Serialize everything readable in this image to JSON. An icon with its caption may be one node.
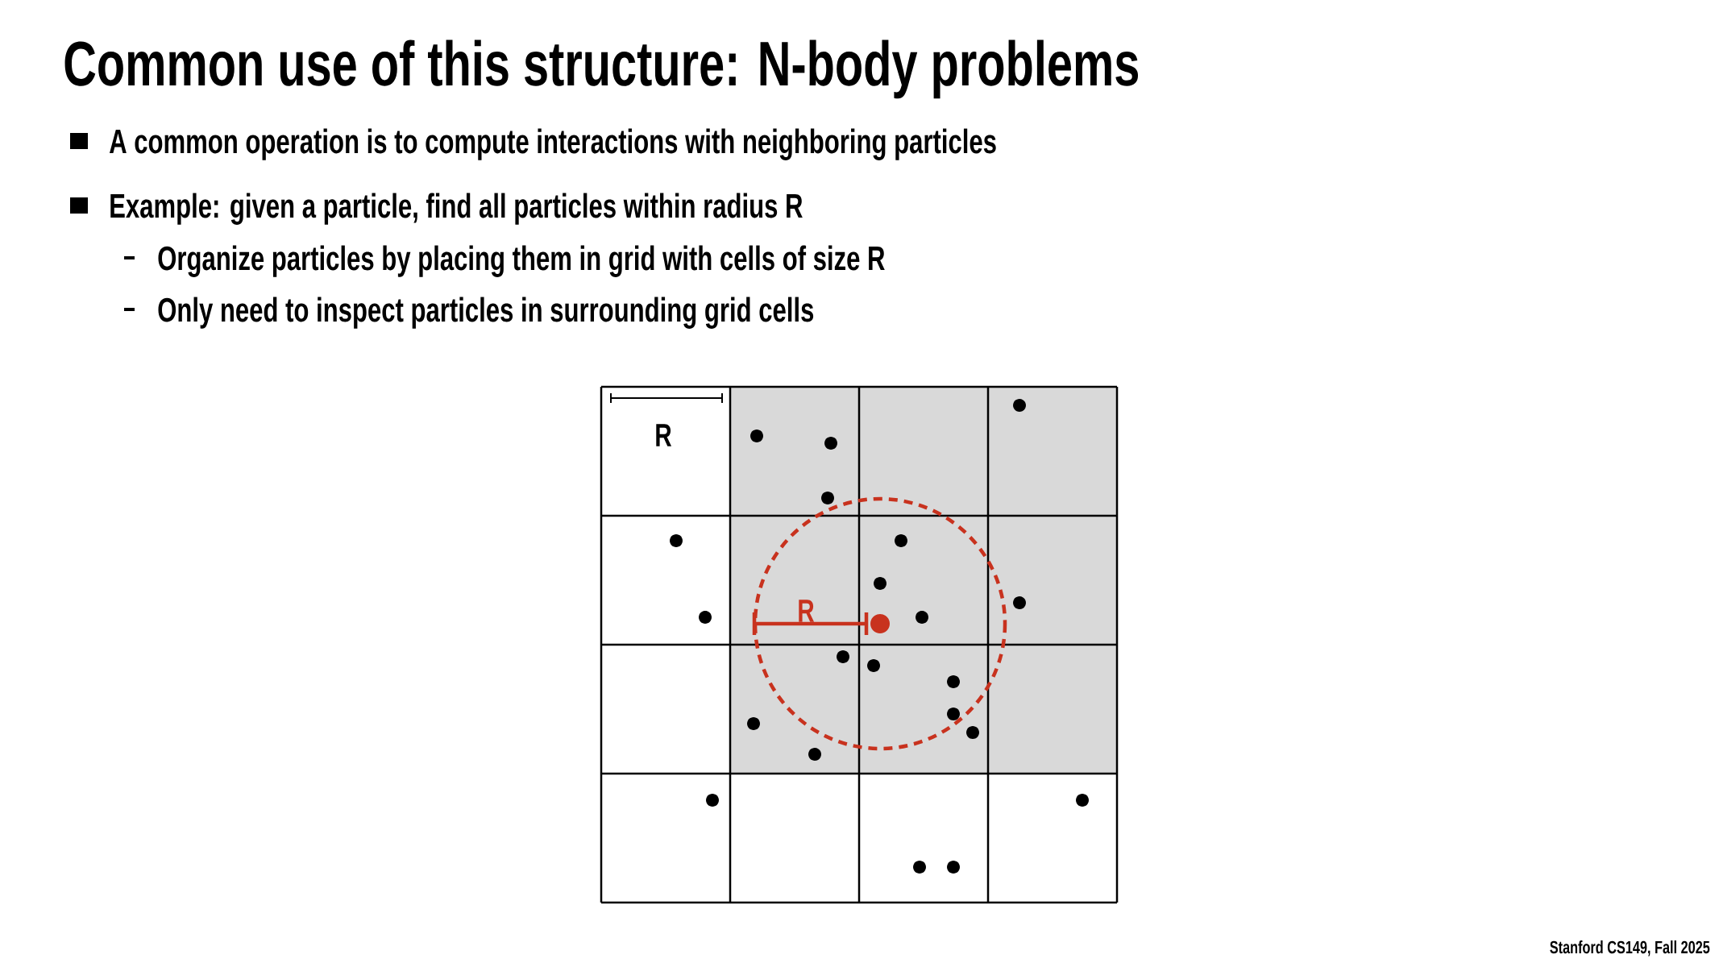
{
  "diagram": {
    "title": "Common use of this structure: N-body problems",
    "labels": [
      "A common operation is to compute interactions with neighboring particles",
      "Example: given a particle, find all particles within radius R",
      "Organize particles by placing them in grid with cells of size R",
      "Only need to inspect particles in surrounding grid cells",
      "R",
      "R",
      "Stanford CS149, Fall 2025"
    ]
  }
}
